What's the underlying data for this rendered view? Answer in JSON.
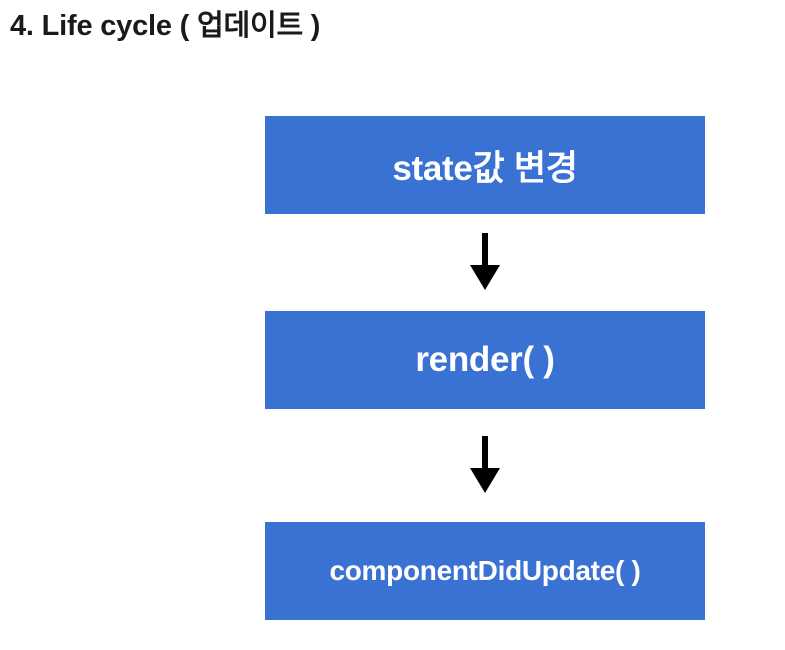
{
  "slide": {
    "title": "4. Life cycle ( 업데이트 )",
    "background_color": "#ffffff",
    "title_color": "#1a1a1a"
  },
  "diagram": {
    "type": "vertical-flow",
    "box_color": "#3a72d4",
    "box_text_color": "#ffffff",
    "arrow_color": "#000000",
    "steps": [
      {
        "label": "state값 변경",
        "text_size": "large"
      },
      {
        "label": "render( )",
        "text_size": "large"
      },
      {
        "label": "componentDidUpdate( )",
        "text_size": "small"
      }
    ],
    "connectors": [
      {
        "icon": "arrow-down-icon"
      },
      {
        "icon": "arrow-down-icon"
      }
    ]
  }
}
